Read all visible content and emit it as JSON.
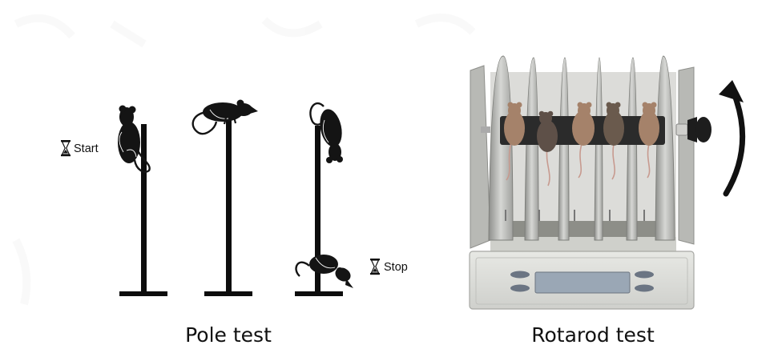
{
  "pole_test": {
    "caption": "Pole test",
    "start_label": "Start",
    "stop_label": "Stop",
    "icons": {
      "timer": "hourglass-icon"
    }
  },
  "rotarod_test": {
    "caption": "Rotarod test",
    "icons": {
      "rotation": "curved-arrow-icon"
    }
  },
  "colors": {
    "pole": "#0d0d0d",
    "mouse_black": "#141414",
    "mouse_brown": "#a5826a",
    "mouse_dark": "#6a5a4d",
    "device_gray": "#c9cac6",
    "rod": "#2b2b2b",
    "display": "#9aa7b5"
  }
}
